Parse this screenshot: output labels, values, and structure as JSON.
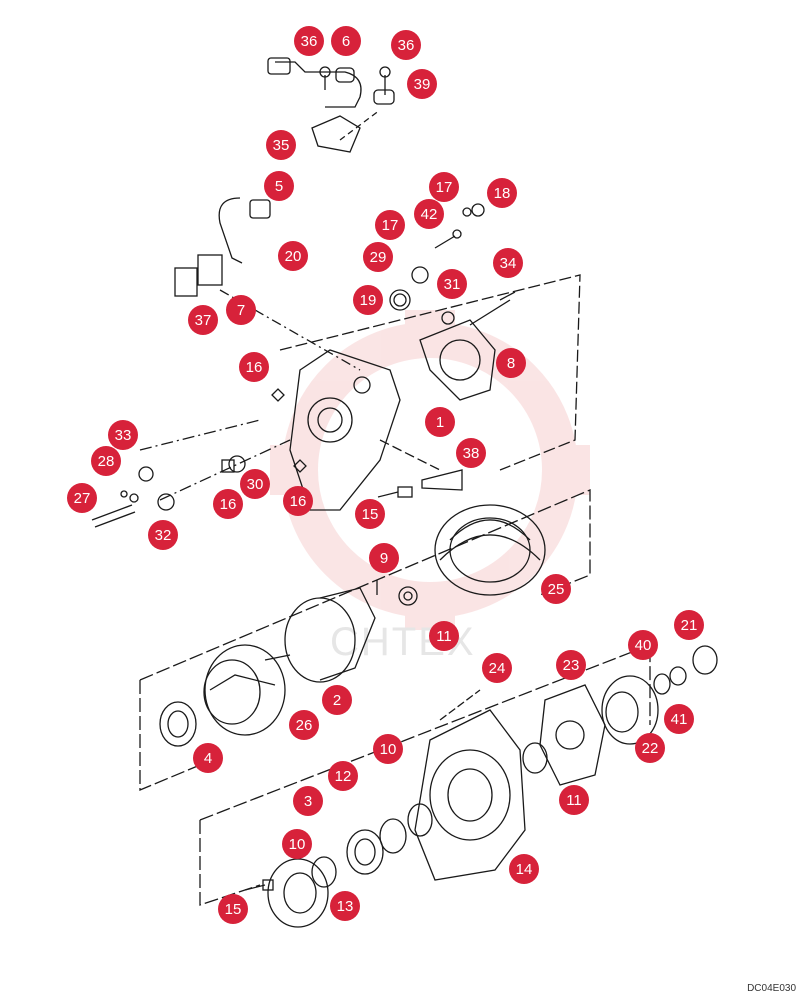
{
  "drawing_code": "DC04E030",
  "watermark": "CHTEX",
  "colors": {
    "badge": "#d7223a",
    "line": "#1a1a1a",
    "watermark": "#f2c9c9"
  },
  "callouts": [
    "36",
    "6",
    "36",
    "39",
    "35",
    "5",
    "17",
    "18",
    "42",
    "20",
    "17",
    "29",
    "34",
    "31",
    "37",
    "7",
    "19",
    "8",
    "16",
    "1",
    "33",
    "28",
    "38",
    "27",
    "16",
    "30",
    "16",
    "15",
    "32",
    "9",
    "25",
    "11",
    "24",
    "21",
    "40",
    "23",
    "2",
    "26",
    "4",
    "41",
    "22",
    "10",
    "11",
    "12",
    "3",
    "14",
    "10",
    "15",
    "13"
  ]
}
